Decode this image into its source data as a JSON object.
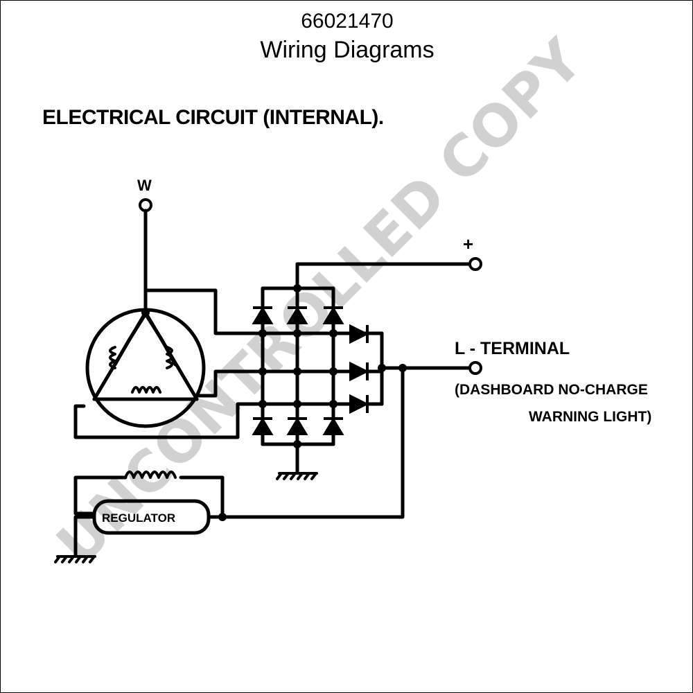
{
  "header": {
    "part_number": "66021470",
    "subtitle": "Wiring Diagrams"
  },
  "diagram": {
    "heading": "ELECTRICAL CIRCUIT (INTERNAL).",
    "labels": {
      "w": "W",
      "plus": "+",
      "l_terminal": "L - TERMINAL",
      "note_line1": "(DASHBOARD NO-CHARGE",
      "note_line2": "WARNING LIGHT)",
      "regulator": "REGULATOR"
    },
    "watermark": "UNCONTROLLED COPY"
  },
  "colors": {
    "line": "#000000",
    "watermark": "#cfcfcf",
    "background": "#ffffff"
  }
}
